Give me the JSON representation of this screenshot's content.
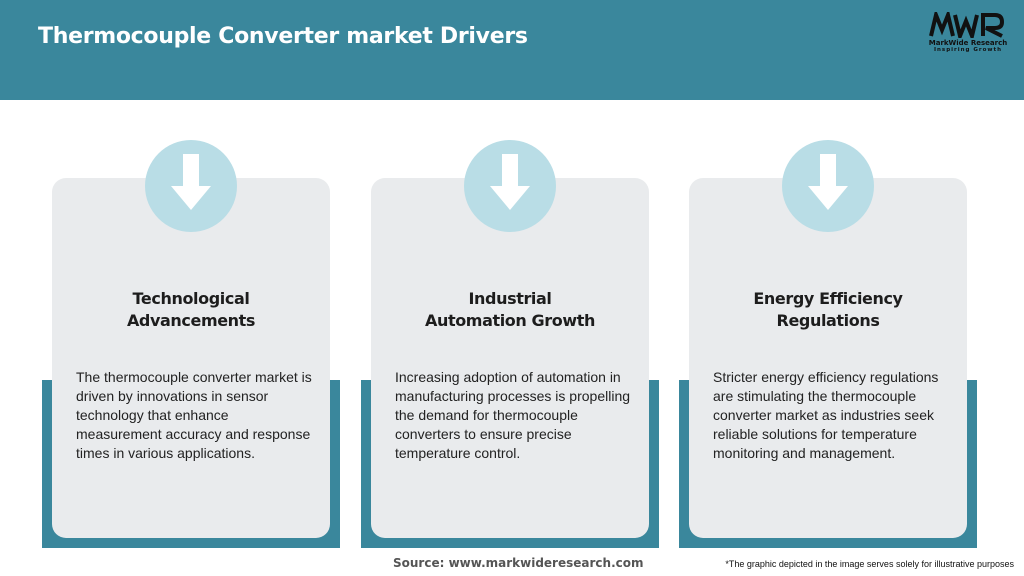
{
  "header": {
    "title": "Thermocouple Converter market Drivers",
    "logo": {
      "mark": "MWR",
      "name": "MarkWide Research",
      "tagline": "Inspiring Growth"
    }
  },
  "cards": [
    {
      "icon": "arrow-down-icon",
      "title": "Technological Advancements",
      "text": "The thermocouple converter market is driven by innovations in sensor technology that enhance measurement accuracy and response times in various applications."
    },
    {
      "icon": "arrow-down-icon",
      "title": "Industrial Automation Growth",
      "text": "Increasing adoption of automation in manufacturing processes is propelling the demand for thermocouple converters to ensure precise temperature control."
    },
    {
      "icon": "arrow-down-icon",
      "title": "Energy Efficiency Regulations",
      "text": "Stricter energy efficiency regulations are stimulating the thermocouple converter market as industries seek reliable solutions for temperature monitoring and management."
    }
  ],
  "footer": {
    "source": "Source: www.markwideresearch.com",
    "disclaimer": "*The graphic depicted in the image serves solely for illustrative purposes"
  },
  "colors": {
    "header_bg": "#3a879c",
    "card_bg": "#e9ebed",
    "circle_bg": "#b9dde6",
    "accent": "#3a879c"
  }
}
